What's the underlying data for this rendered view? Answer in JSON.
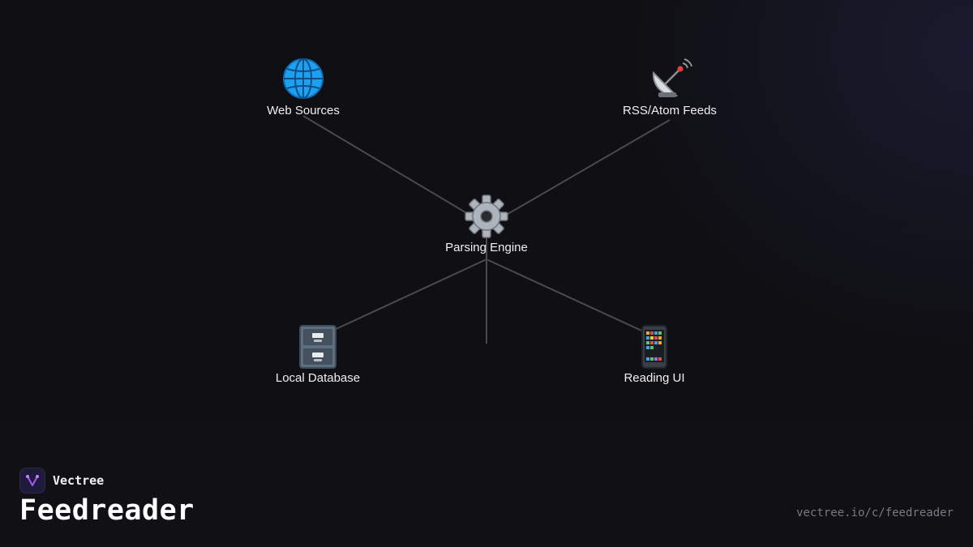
{
  "diagram": {
    "nodes": [
      {
        "id": "web",
        "label": "Web Sources",
        "icon": "globe-icon"
      },
      {
        "id": "rss",
        "label": "RSS/Atom Feeds",
        "icon": "satellite-dish-icon"
      },
      {
        "id": "engine",
        "label": "Parsing Engine",
        "icon": "gear-icon"
      },
      {
        "id": "db",
        "label": "Local Database",
        "icon": "file-cabinet-icon"
      },
      {
        "id": "ui",
        "label": "Reading UI",
        "icon": "mobile-phone-icon"
      }
    ],
    "edges": [
      {
        "from": "web",
        "to": "engine"
      },
      {
        "from": "rss",
        "to": "engine"
      },
      {
        "from": "engine",
        "to": "db"
      },
      {
        "from": "engine",
        "to": "ui"
      }
    ]
  },
  "brand": {
    "name": "Vectree",
    "logo_icon": "vectree-logo-icon",
    "accent": "#a855f7"
  },
  "project": {
    "title": "Feedreader",
    "url": "vectree.io/c/feedreader"
  },
  "colors": {
    "background": "#0f0f13",
    "edge": "#4a4a4f",
    "text": "#f0f0f2"
  }
}
